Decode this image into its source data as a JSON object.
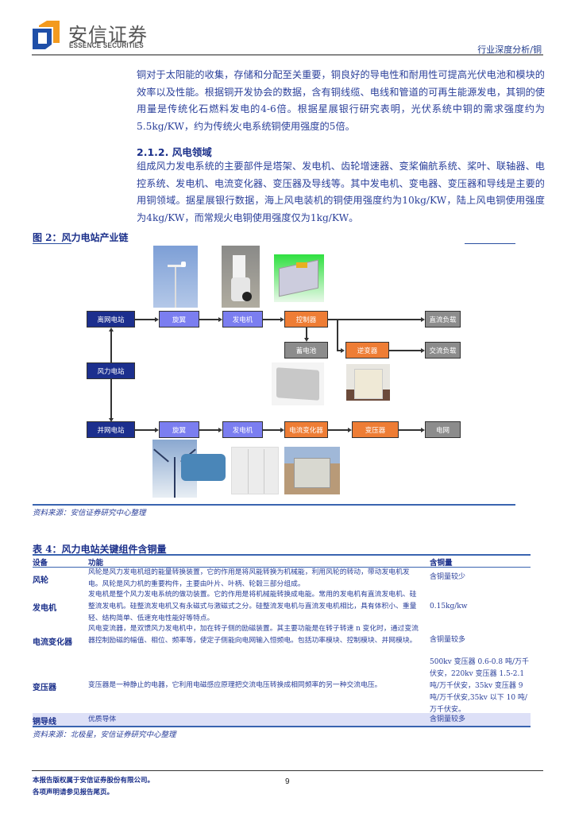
{
  "header": {
    "logo_cn": "安信证券",
    "logo_en": "ESSENCE SECURITIES",
    "tag": "行业深度分析/铜",
    "brand_colors": {
      "orange": "#f39a1e",
      "blue": "#1f4fa8"
    }
  },
  "intro_paragraph": "铜对于太阳能的收集，存储和分配至关重要，铜良好的导电性和耐用性可提高光伏电池和模块的效率以及性能。根据铜开发协会的数据，含有铜线缆、电线和管道的可再生能源发电，其铜的使用量是传统化石燃料发电的4-6倍。根据星展银行研究表明，光伏系统中铜的需求强度约为5.5kg/KW，约为传统火电系统铜使用强度的5倍。",
  "section": {
    "title": "2.1.2. 风电领域",
    "paragraph": "组成风力发电系统的主要部件是塔架、发电机、齿轮增速器、变桨偏航系统、桨叶、联轴器、电控系统、发电机、电流变化器、变压器及导线等。其中发电机、变电器、变压器和导线是主要的用铜领域。据星展银行数据，海上风电装机的铜使用强度约为10kg/KW，陆上风电铜使用强度为4kg/KW，而常规火电铜使用强度仅为1kg/KW。"
  },
  "figure": {
    "title": "图 2：风力电站产业链",
    "nodes": {
      "offgrid_station": "离网电站",
      "rotor_top": "旋翼",
      "generator_top": "发电机",
      "controller": "控制器",
      "dc_load": "直流负载",
      "battery": "蓄电池",
      "inverter": "逆变器",
      "ac_load": "交流负载",
      "wind_station": "风力电站",
      "grid_station": "并网电站",
      "rotor_bottom": "旋翼",
      "generator_bottom": "发电机",
      "converter": "电流变化器",
      "transformer": "变压器",
      "grid": "电网"
    },
    "node_colors": {
      "navy": "#1c2f8e",
      "violet": "#7b7ef0",
      "orange": "#ee7d35",
      "gray": "#8c8c8c"
    },
    "source": "资料来源：安信证券研究中心整理"
  },
  "table": {
    "title": "表 4：风力电站关键组件含铜量",
    "columns": [
      "设备",
      "功能",
      "含铜量"
    ],
    "rows": [
      {
        "device": "风轮",
        "function": "风轮是风力发电机组的能量转换装置，它的作用是将风能转换为机械能，利用风轮的转动，带动发电机发电。风轮是风力机的重要构件，主要由叶片、叶柄、轮毂三部分组成。",
        "copper": "含铜量较少"
      },
      {
        "device": "发电机",
        "function": "发电机是整个风力发电系统的做功装置。它的作用是将机械能转换成电能。常用的发电机有直流发电机、硅整流发电机。硅整流发电机又有永磁式与激磁式之分。硅整流发电机与直流发电机相比，具有体积小、重量轻、结构简单、低速充电性能好等特点。",
        "copper": "0.15kg/kw"
      },
      {
        "device": "电流变化器",
        "function": "风电变流器，是双馈风力发电机中，加在转子侧的励磁装置。其主要功能是在转子转速 n 变化时，通过变流器控制励磁的幅值、相位、频率等，使定子侧能向电网输入恒频电。包括功率模块、控制模块、并网模块。",
        "copper": "含铜量较多"
      },
      {
        "device": "变压器",
        "function": "变压器是一种静止的电器，它利用电磁感应原理把交流电压转换成相同频率的另一种交流电压。",
        "copper": "500kv 变压器 0.6-0.8 吨/万千伏安，220kv 变压器 1.5-2.1 吨/万千伏安，35kv 变压器 9 吨/万千伏安,35kv 以下 10 吨/万千伏安。"
      },
      {
        "device": "铜导线",
        "function": "优质导体",
        "copper": "含铜量较多"
      }
    ],
    "source": "资料来源：北极星，安信证券研究中心整理"
  },
  "footer": {
    "line1": "本报告版权属于安信证券股份有限公司。",
    "line2": "各项声明请参见报告尾页。",
    "page_number": "9"
  }
}
